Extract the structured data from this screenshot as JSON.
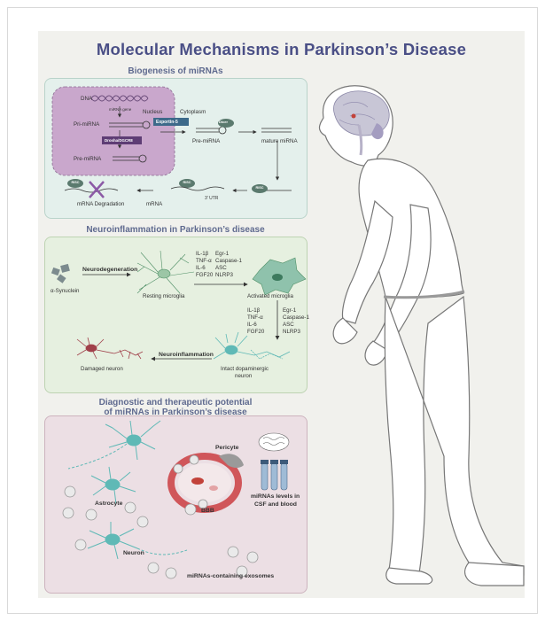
{
  "title": "Molecular Mechanisms in Parkinson’s Disease",
  "colors": {
    "title": "#4a4f86",
    "panel1": "#e4f0ec",
    "panel2": "#e6f0e0",
    "panel3": "#ecdfe4",
    "nucleus": "#c9a7cc",
    "neuron": "#5fb9b6"
  },
  "biogenesis": {
    "heading": "Biogenesis of miRNAs",
    "dna": "DNA",
    "mirna_gene": "miRNA gene",
    "nucleus": "Nucleus",
    "cytoplasm": "Cytoplasm",
    "pri_mirna": "Pri-miRNA",
    "drosha": "Drosha/DGCR8",
    "pre_mirna_nuc": "Pre-miRNA",
    "exportin": "Exportin-5",
    "dicer": "Dicer",
    "pre_mirna_cyto": "Pre-miRNA",
    "mature": "mature miRNA",
    "risc_a": "RISC",
    "risc_b": "RISC",
    "risc_c": "RISC",
    "utr": "3' UTR",
    "mrna": "mRNA",
    "degradation": "mRNA Degradation"
  },
  "neuro": {
    "heading": "Neuroinflammation in Parkinson’s disease",
    "synuclein": "α-Synuclein",
    "neurodegeneration": "Neurodegeneration",
    "resting": "Resting microglia",
    "activated": "Activated microglia",
    "cytokines_left": [
      "IL-1β",
      "TNF-α",
      "IL-6",
      "FGF20"
    ],
    "cytokines_right": [
      "Egr-1",
      "Caspase-1",
      "ASC",
      "NLRP3"
    ],
    "cytokines_left2": [
      "IL-1β",
      "TNF-α",
      "IL-6",
      "FGF20"
    ],
    "cytokines_right2": [
      "Egr-1",
      "Caspase-1",
      "ASC",
      "NLRP3"
    ],
    "neuroinflammation": "Neuroinflammation",
    "damaged": "Damaged neuron",
    "intact": "Intact dopaminergic",
    "intact2": "neuron"
  },
  "diagnostic": {
    "heading1": "Diagnostic and therapeutic potential",
    "heading2": "of miRNAs in Parkinson’s disease",
    "pericyte": "Pericyte",
    "astrocyte": "Astrocyte",
    "bbb": "BBB",
    "neuron": "Neuron",
    "levels1": "miRNAs levels in",
    "levels2": "CSF and blood",
    "exosomes": "miRNAs-containing exosomes"
  }
}
